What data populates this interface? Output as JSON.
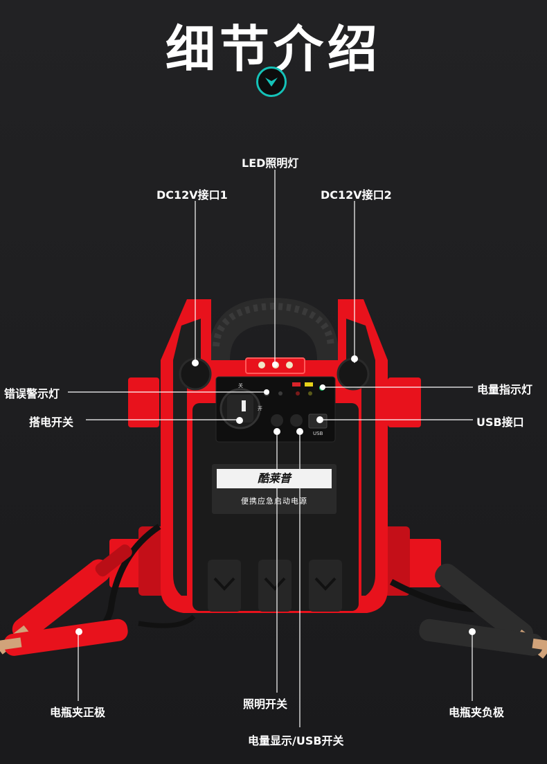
{
  "header": {
    "title": "细节介绍"
  },
  "colors": {
    "accent": "#15c2b8",
    "device_red": "#e8121c",
    "device_black": "#1b1b1b"
  },
  "labels": {
    "led_light": "LED照明灯",
    "dc12v_port_1": "DC12V接口1",
    "dc12v_port_2": "DC12V接口2",
    "error_warning_light": "错误警示灯",
    "jump_switch": "搭电开关",
    "battery_indicator": "电量指示灯",
    "usb_port": "USB接口",
    "positive_clamp": "电瓶夹正极",
    "negative_clamp": "电瓶夹负极",
    "light_switch": "照明开关",
    "battery_display_usb_switch": "电量显示/USB开关"
  },
  "device": {
    "brand": "酷莱普",
    "slogan": "便携应急启动电源",
    "panel": {
      "off_mark": "关",
      "on_mark": "开",
      "usb_mark": "USB"
    }
  }
}
